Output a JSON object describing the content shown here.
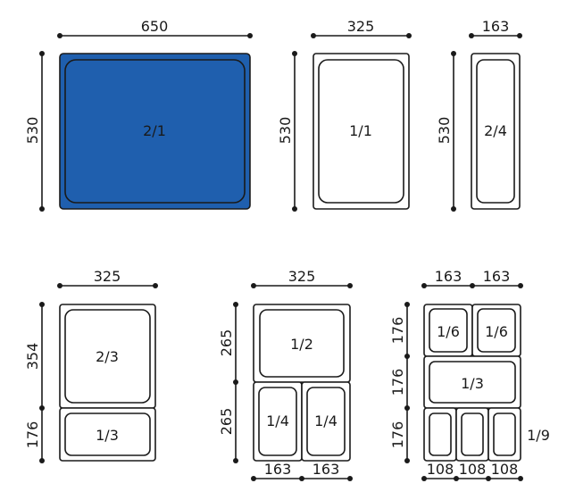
{
  "colors": {
    "highlight_fill": "#1f5fae",
    "stroke": "#1a1a1a",
    "background": "#ffffff"
  },
  "pans": {
    "full_2_1": {
      "label": "2/1",
      "width_dim": "650",
      "height_dim": "530"
    },
    "full_1_1": {
      "label": "1/1",
      "width_dim": "325",
      "height_dim": "530"
    },
    "full_2_4": {
      "label": "2/4",
      "width_dim": "163",
      "height_dim": "530"
    }
  },
  "combos": {
    "thirds": {
      "width_dim": "325",
      "large_label": "2/3",
      "large_height_dim": "354",
      "small_label": "1/3",
      "small_height_dim": "176"
    },
    "halves": {
      "width_dim": "325",
      "half_label": "1/2",
      "top_height_dim": "265",
      "quarter_label_left": "1/4",
      "quarter_label_right": "1/4",
      "bottom_height_dim": "265",
      "bottom_width_left": "163",
      "bottom_width_right": "163"
    },
    "sixths": {
      "top_width_left": "163",
      "top_width_right": "163",
      "sixth_label_left": "1/6",
      "sixth_label_right": "1/6",
      "third_label": "1/3",
      "row_height_1": "176",
      "row_height_2": "176",
      "row_height_3": "176",
      "ninth_label": "1/9",
      "bottom_width_1": "108",
      "bottom_width_2": "108",
      "bottom_width_3": "108"
    }
  }
}
